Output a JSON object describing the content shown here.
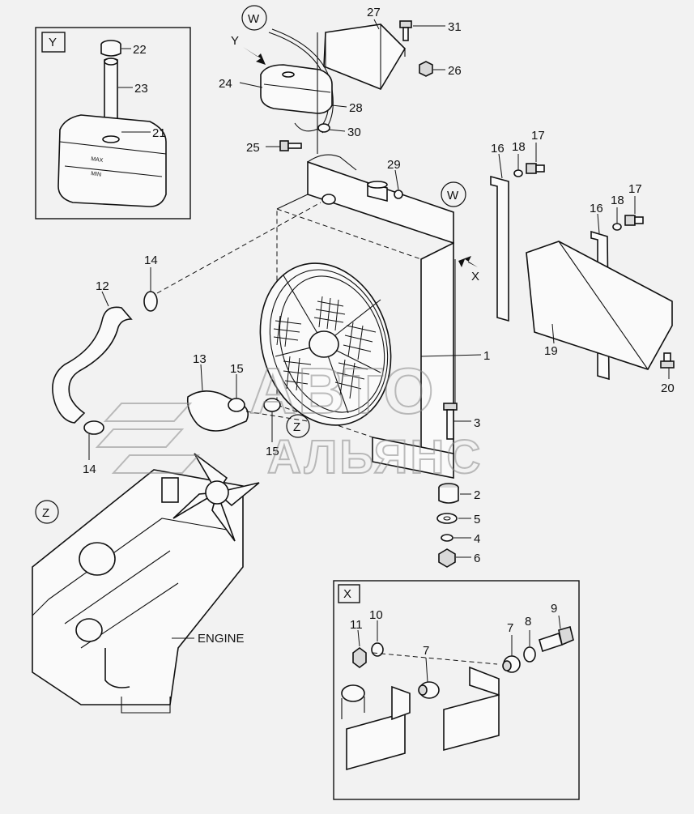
{
  "callouts": {
    "n1": "1",
    "n2": "2",
    "n3": "3",
    "n4": "4",
    "n5": "5",
    "n6": "6",
    "n7a": "7",
    "n7b": "7",
    "n8": "8",
    "n9": "9",
    "n10": "10",
    "n11": "11",
    "n12": "12",
    "n13": "13",
    "n14a": "14",
    "n14b": "14",
    "n15a": "15",
    "n15b": "15",
    "n16a": "16",
    "n16b": "16",
    "n17a": "17",
    "n17b": "17",
    "n18a": "18",
    "n18b": "18",
    "n19": "19",
    "n20": "20",
    "n21": "21",
    "n22": "22",
    "n23": "23",
    "n24": "24",
    "n25": "25",
    "n26": "26",
    "n27": "27",
    "n28": "28",
    "n29": "29",
    "n30": "30",
    "n31": "31"
  },
  "views": {
    "y_box": "Y",
    "x_box": "X",
    "w_circle_top": "W",
    "w_circle_side": "W",
    "z_circle_fan": "Z",
    "z_circle_engine": "Z",
    "y_arrow": "Y",
    "x_arrow": "X"
  },
  "labels": {
    "engine": "ENGINE",
    "tank_max": "MAX",
    "tank_min": "MIN"
  },
  "watermark": {
    "line1": "АВТО",
    "line2": "АЛЬЯНС"
  }
}
